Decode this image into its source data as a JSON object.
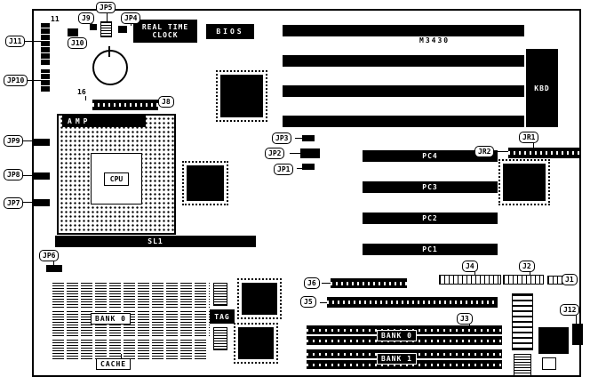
{
  "board": {
    "model": "M3430",
    "pin_label_11": "11",
    "pin_label_16": "16"
  },
  "callouts": {
    "jp5": "JP5",
    "j9": "J9",
    "jp4": "JP4",
    "j11": "J11",
    "j10": "J10",
    "jp10": "JP10",
    "jp9": "JP9",
    "jp8": "JP8",
    "jp7": "JP7",
    "j8": "J8",
    "jp3": "JP3",
    "jp2": "JP2",
    "jp1": "JP1",
    "jr1": "JR1",
    "jr2": "JR2",
    "jp6": "JP6",
    "j6": "J6",
    "j5": "J5",
    "j4": "J4",
    "j3": "J3",
    "j2": "J2",
    "j1": "J1",
    "j12": "J12"
  },
  "components": {
    "rtc_line1": "REAL TIME",
    "rtc_line2": "CLOCK",
    "bios": "BIOS",
    "kbd": "KBD",
    "amp": "AMP",
    "cpu": "CPU",
    "sl1": "SL1",
    "tag": "TAG",
    "pci_slots": [
      "PC4",
      "PC3",
      "PC2",
      "PC1"
    ],
    "simm_banks": [
      "BANK 0",
      "BANK 1"
    ],
    "cache_bank_label": "BANK 0",
    "cache_label": "CACHE"
  },
  "colors": {
    "ink": "#000000",
    "paper": "#ffffff"
  }
}
